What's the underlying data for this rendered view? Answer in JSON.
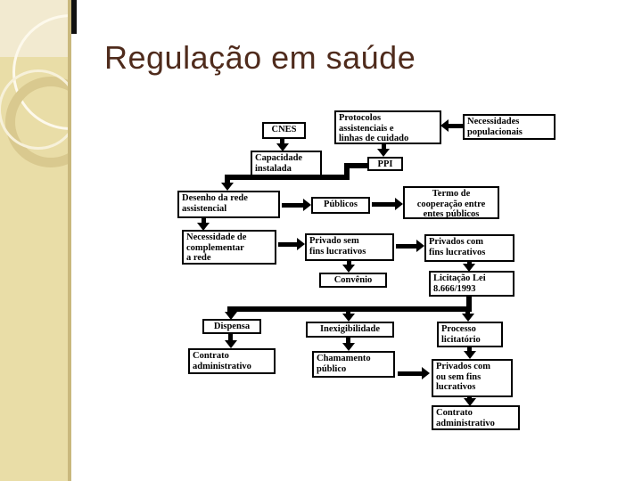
{
  "slide": {
    "title": "Regulação em saúde",
    "title_color": "#4f2b1c",
    "theme_bar_color": "#e9dda7",
    "background_color": "#ffffff"
  },
  "diagram": {
    "nodes": {
      "cnes": "CNES",
      "protocolos": "Protocolos\nassistenciais e\nlinhas de cuidado",
      "necessidades": "Necessidades\npopulacionais",
      "capacidade": "Capacidade\ninstalada",
      "ppi": "PPI",
      "desenho": "Desenho da rede\nassistencial",
      "publicos": "Públicos",
      "termo": "Termo de\ncooperação entre\nentes públicos",
      "necessidade_compl": "Necessidade de\ncomplementar\na rede",
      "privado_sem": "Privado sem\nfins lucrativos",
      "privados_com": "Privados com\nfins lucrativos",
      "convenio": "Convênio",
      "licitacao": "Licitação Lei\n8.666/1993",
      "dispensa": "Dispensa",
      "inexigibilidade": "Inexigibilidade",
      "processo": "Processo\nlicitatório",
      "contrato_adm_1": "Contrato\nadministrativo",
      "chamamento": "Chamamento\npúblico",
      "privados_ou_sem": "Privados com\nou sem fins\nlucrativos",
      "contrato_adm_2": "Contrato\nadministrativo"
    },
    "edges": [
      {
        "from": "necessidades",
        "to": "protocolos"
      },
      {
        "from": "cnes",
        "to": "capacidade"
      },
      {
        "from": "protocolos",
        "to": "ppi"
      },
      {
        "from": "capacidade",
        "to": "ppi"
      },
      {
        "from": "capacidade",
        "to": "desenho"
      },
      {
        "from": "desenho",
        "to": "publicos"
      },
      {
        "from": "publicos",
        "to": "termo"
      },
      {
        "from": "desenho",
        "to": "necessidade_compl"
      },
      {
        "from": "necessidade_compl",
        "to": "privado_sem"
      },
      {
        "from": "privado_sem",
        "to": "privados_com"
      },
      {
        "from": "privado_sem",
        "to": "convenio"
      },
      {
        "from": "privados_com",
        "to": "licitacao"
      },
      {
        "from": "licitacao",
        "to": "dispensa"
      },
      {
        "from": "licitacao",
        "to": "inexigibilidade"
      },
      {
        "from": "licitacao",
        "to": "processo"
      },
      {
        "from": "dispensa",
        "to": "contrato_adm_1"
      },
      {
        "from": "inexigibilidade",
        "to": "chamamento"
      },
      {
        "from": "processo",
        "to": "privados_ou_sem"
      },
      {
        "from": "chamamento",
        "to": "privados_ou_sem"
      },
      {
        "from": "privados_ou_sem",
        "to": "contrato_adm_2"
      }
    ]
  }
}
